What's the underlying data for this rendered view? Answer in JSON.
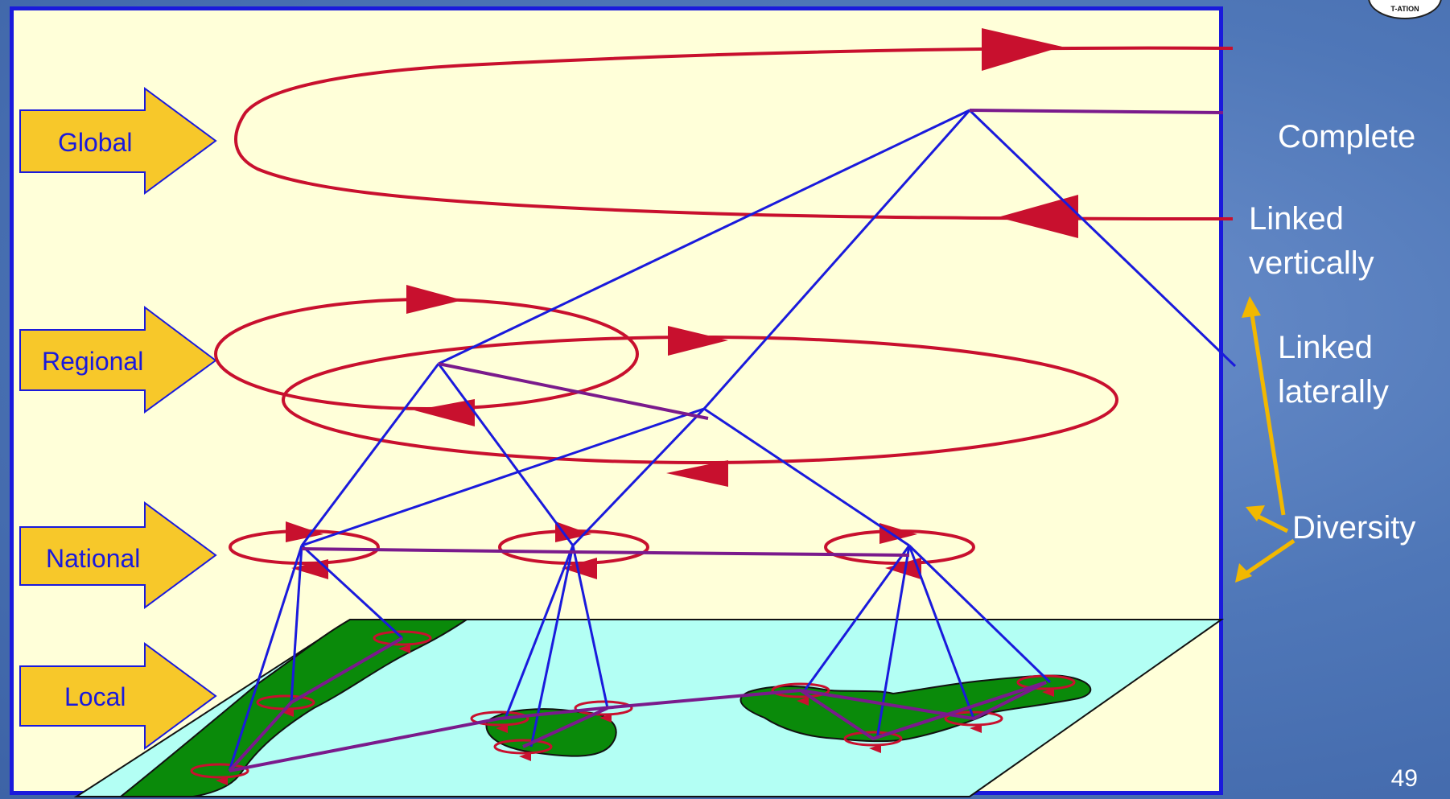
{
  "levels": {
    "global": "Global",
    "regional": "Regional",
    "national": "National",
    "local": "Local"
  },
  "side_labels": {
    "complete": "Complete",
    "linked_vertically": [
      "Linked",
      "vertically"
    ],
    "linked_laterally": [
      "Linked",
      "laterally"
    ],
    "diversity": "Diversity"
  },
  "page_number": "49",
  "logo_text": "T-ATION",
  "colors": {
    "background": "#4f77b8",
    "panel": "#ffffd9",
    "panel_border": "#1a1adc",
    "level_arrow": "#f7c82a",
    "cycle": "#c8102e",
    "network_link": "#1a1adc",
    "lateral_link": "#7a1a8c",
    "water": "#b3fff4",
    "land": "#0a8a0a",
    "side_arrow": "#f2b800"
  }
}
